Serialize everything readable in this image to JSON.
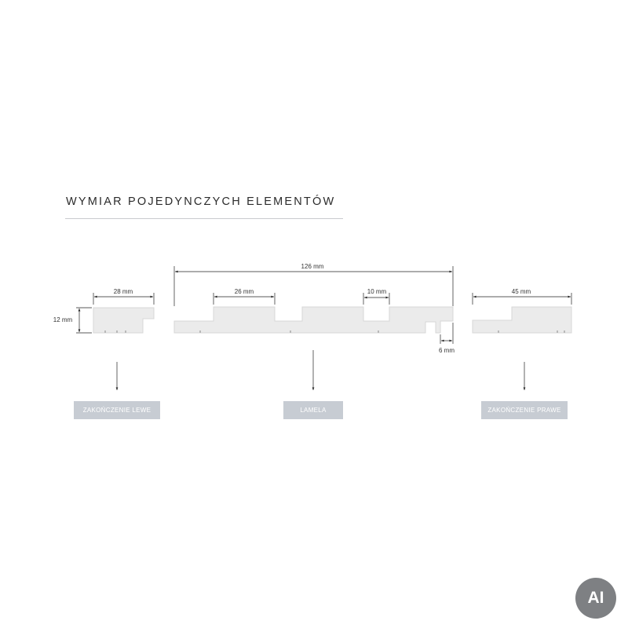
{
  "title": "WYMIAR POJEDYNCZYCH ELEMENTÓW",
  "dimensions": {
    "left_width": "28 mm",
    "height": "12 mm",
    "total_width": "126 mm",
    "rib_width": "26 mm",
    "groove_width": "10 mm",
    "joint_width": "6 mm",
    "right_width": "45 mm"
  },
  "captions": {
    "left": "ZAKOŃCZENIE LEWE",
    "middle": "LAMELA",
    "right": "ZAKOŃCZENIE PRAWE"
  },
  "badge": "AI",
  "colors": {
    "profile_fill": "#ebebeb",
    "profile_stroke": "#d7d7d7",
    "caption_bg": "#c7ccd3",
    "line": "#222222",
    "badge_bg": "#7e8083"
  }
}
